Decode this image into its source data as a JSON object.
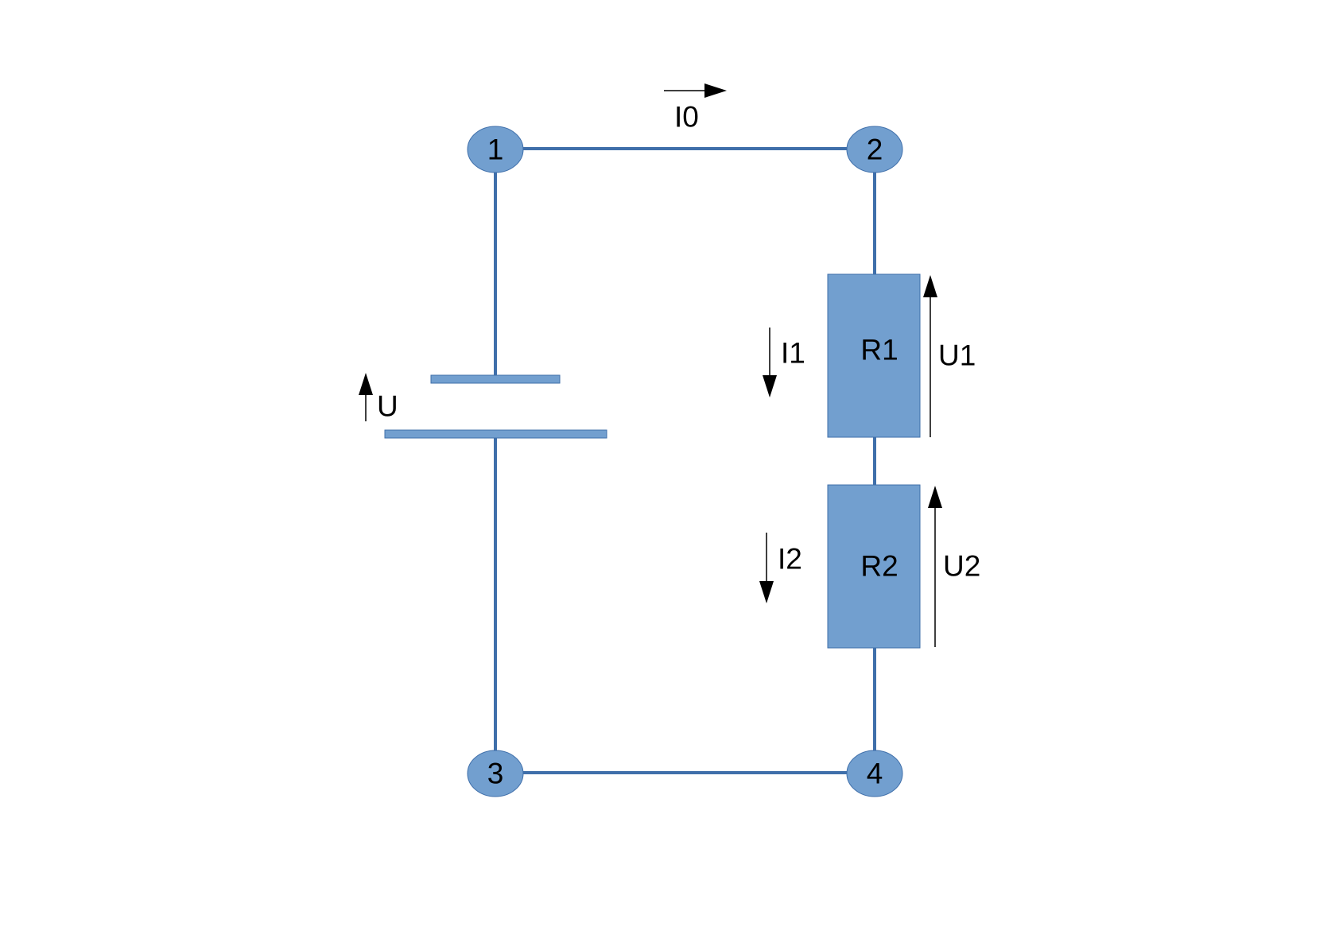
{
  "nodes": {
    "n1": "1",
    "n2": "2",
    "n3": "3",
    "n4": "4"
  },
  "resistors": {
    "r1": "R1",
    "r2": "R2"
  },
  "labels": {
    "i0": "I0",
    "i1": "I1",
    "i2": "I2",
    "u": "U",
    "u1": "U1",
    "u2": "U2"
  },
  "colors": {
    "wire": "#3f6faa",
    "fill": "#729fcf",
    "arrow": "#000000"
  }
}
